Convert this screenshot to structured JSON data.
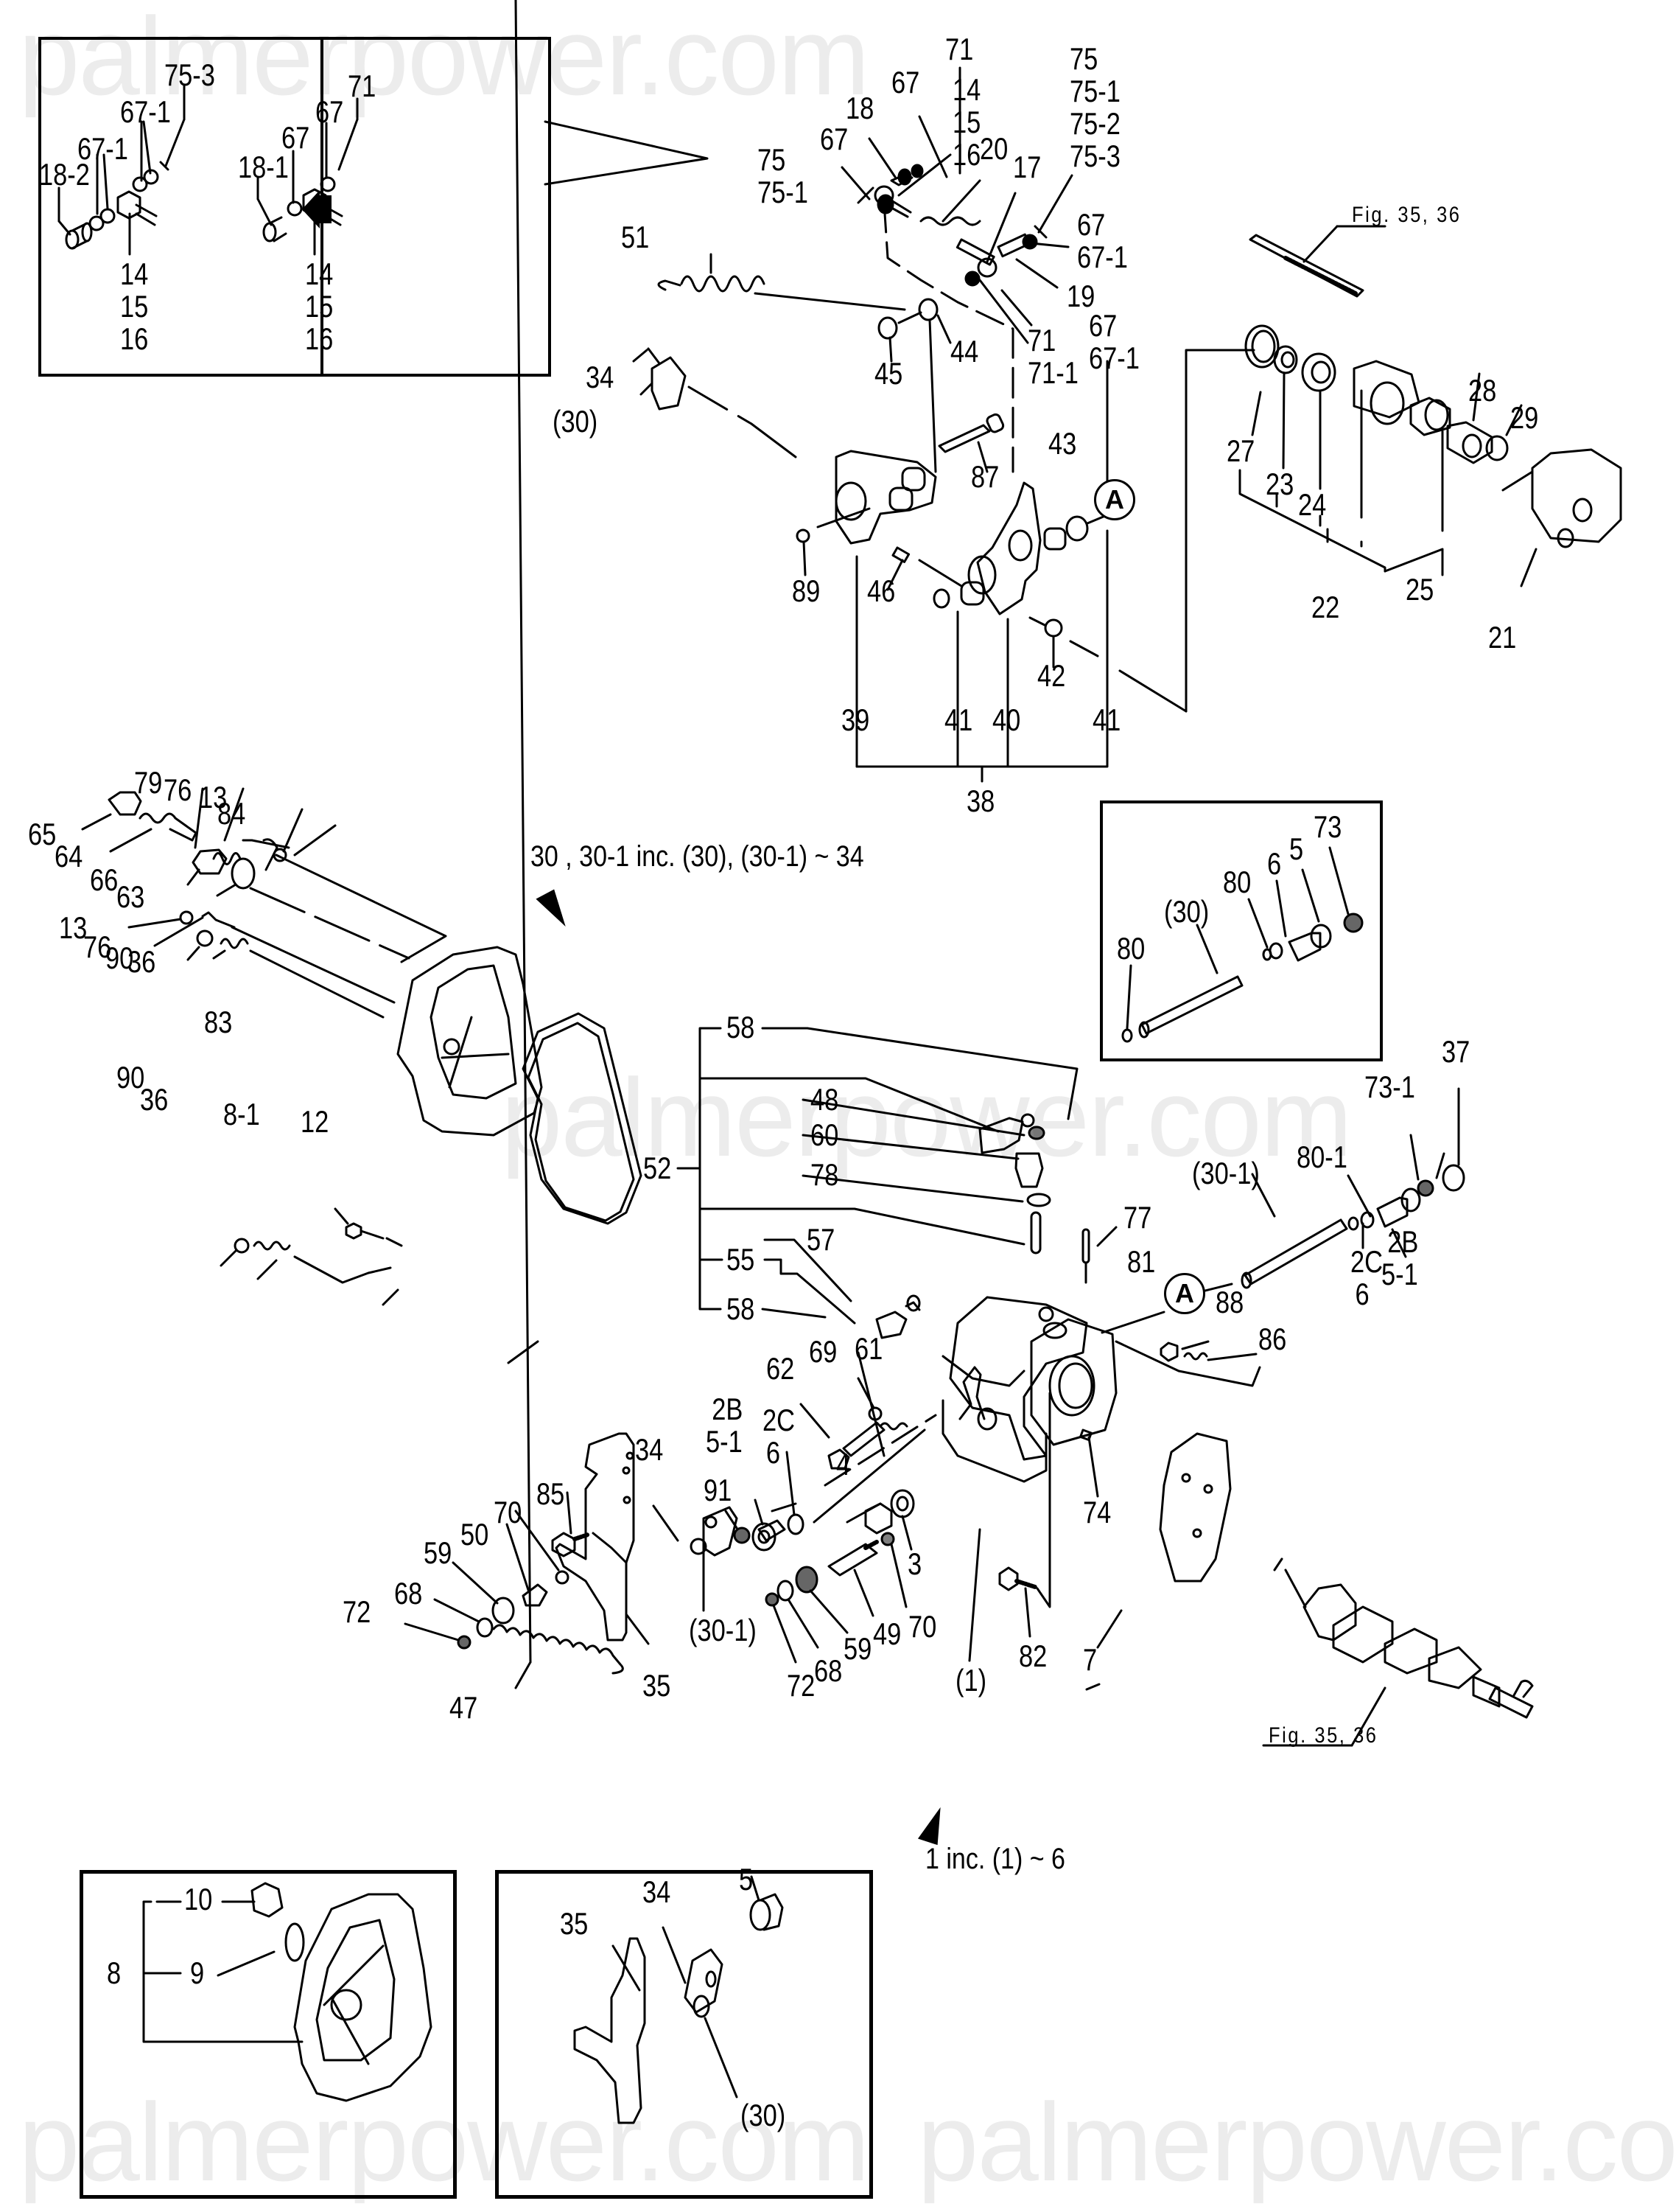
{
  "watermark": "palmerpower.com",
  "inset_top_left": {
    "left_panel": {
      "labels": [
        "75-3",
        "67-1",
        "67-1",
        "18-2"
      ],
      "stack": [
        "14",
        "15",
        "16"
      ]
    },
    "right_panel": {
      "labels": [
        "71",
        "67",
        "67",
        "18-1"
      ],
      "stack": [
        "14",
        "15",
        "16"
      ]
    },
    "arrow": "left-arrow"
  },
  "governor_group": {
    "labels": {
      "l71": "71",
      "l67a": "67",
      "l18": "18",
      "l67b": "67",
      "l75": "75",
      "l75_1": "75-1",
      "l20": "20",
      "l17": "17",
      "l19": "19",
      "l71b": "71",
      "l71_1": "71-1",
      "l67c": "67",
      "l67_1c": "67-1",
      "l67d": "67",
      "l67_1d": "67-1",
      "l51": "51",
      "l44": "44",
      "l45": "45",
      "l34": "34",
      "l30": "(30)",
      "l87": "87",
      "l43": "43",
      "l89": "89",
      "l46": "46",
      "l42": "42",
      "l39": "39",
      "l41a": "41",
      "l40": "40",
      "l41b": "41",
      "l38": "38"
    },
    "stack_14_16": [
      "14",
      "15",
      "16"
    ],
    "stack_75": [
      "75",
      "75-1",
      "75-2",
      "75-3"
    ],
    "circle_ref": "A"
  },
  "right_group": {
    "fig_ref_top": "Fig. 35, 36",
    "labels": {
      "l28": "28",
      "l29": "29",
      "l27": "27",
      "l23": "23",
      "l24": "24",
      "l22": "22",
      "l25": "25",
      "l21": "21"
    }
  },
  "notes": {
    "note_30": "30 , 30-1   inc. (30), (30-1) ~ 34",
    "note_1": "1 inc. (1) ~ 6"
  },
  "left_group": {
    "labels": {
      "l79": "79",
      "l76a": "76",
      "l13a": "13",
      "l84": "84",
      "l65": "65",
      "l64": "64",
      "l66": "66",
      "l63": "63",
      "l13b": "13",
      "l76b": "76",
      "l90a": "90",
      "l36a": "36",
      "l83": "83",
      "l90b": "90",
      "l36b": "36",
      "l8_1": "8-1",
      "l12": "12"
    }
  },
  "shaft_inset": {
    "labels": {
      "l73": "73",
      "l5": "5",
      "l6": "6",
      "l80a": "80",
      "l30": "(30)",
      "l80b": "80"
    }
  },
  "pump_group": {
    "labels": {
      "l58a": "58",
      "l48": "48",
      "l60": "60",
      "l78": "78",
      "l52": "52",
      "l77": "77",
      "l55": "55",
      "l57": "57",
      "l81": "81",
      "l58b": "58",
      "l37": "37",
      "l73_1": "73-1",
      "l30_1": "(30-1)",
      "l80_1": "80-1",
      "l2C": "2C",
      "l6": "6",
      "l2B": "2B",
      "l5_1": "5-1",
      "l88": "88",
      "l86": "86",
      "l62": "62",
      "l69": "69",
      "l61": "61",
      "l2B_b": "2B",
      "l5_1b": "5-1",
      "l2C_b": "2C",
      "l6_b": "6",
      "l34": "34",
      "l91": "91",
      "l4": "4",
      "l3": "3",
      "l74": "74",
      "l85": "85",
      "l70a": "70",
      "l50": "50",
      "l59a": "59",
      "l68a": "68",
      "l72a": "72",
      "l47": "47",
      "l35": "35",
      "l30_1b": "(30-1)",
      "l49": "49",
      "l70b": "70",
      "l59b": "59",
      "l68b": "68",
      "l72b": "72",
      "l1": "(1)",
      "l82": "82",
      "l7": "7"
    },
    "circle_ref": "A",
    "fig_ref_bottom": "Fig. 35, 36"
  },
  "bottom_inset_left": {
    "labels": {
      "l10": "10",
      "l9": "9",
      "l8": "8"
    }
  },
  "bottom_inset_right": {
    "labels": {
      "l34": "34",
      "l5": "5",
      "l35": "35",
      "l30": "(30)"
    }
  }
}
